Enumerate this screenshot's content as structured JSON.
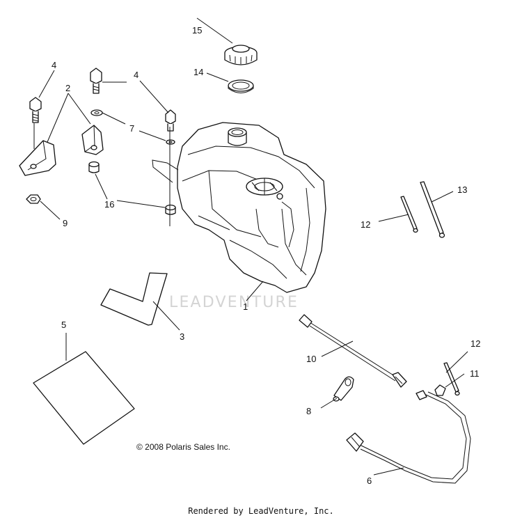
{
  "callouts": {
    "c1": "1",
    "c2": "2",
    "c3": "3",
    "c4a": "4",
    "c4b": "4",
    "c5": "5",
    "c6": "6",
    "c7": "7",
    "c8": "8",
    "c9": "9",
    "c10": "10",
    "c11": "11",
    "c12a": "12",
    "c12b": "12",
    "c13": "13",
    "c14": "14",
    "c15": "15",
    "c16": "16"
  },
  "watermark": "LEADVENTURE",
  "copyright": "© 2008 Polaris Sales Inc.",
  "rendered_by": "Rendered by LeadVenture, Inc."
}
